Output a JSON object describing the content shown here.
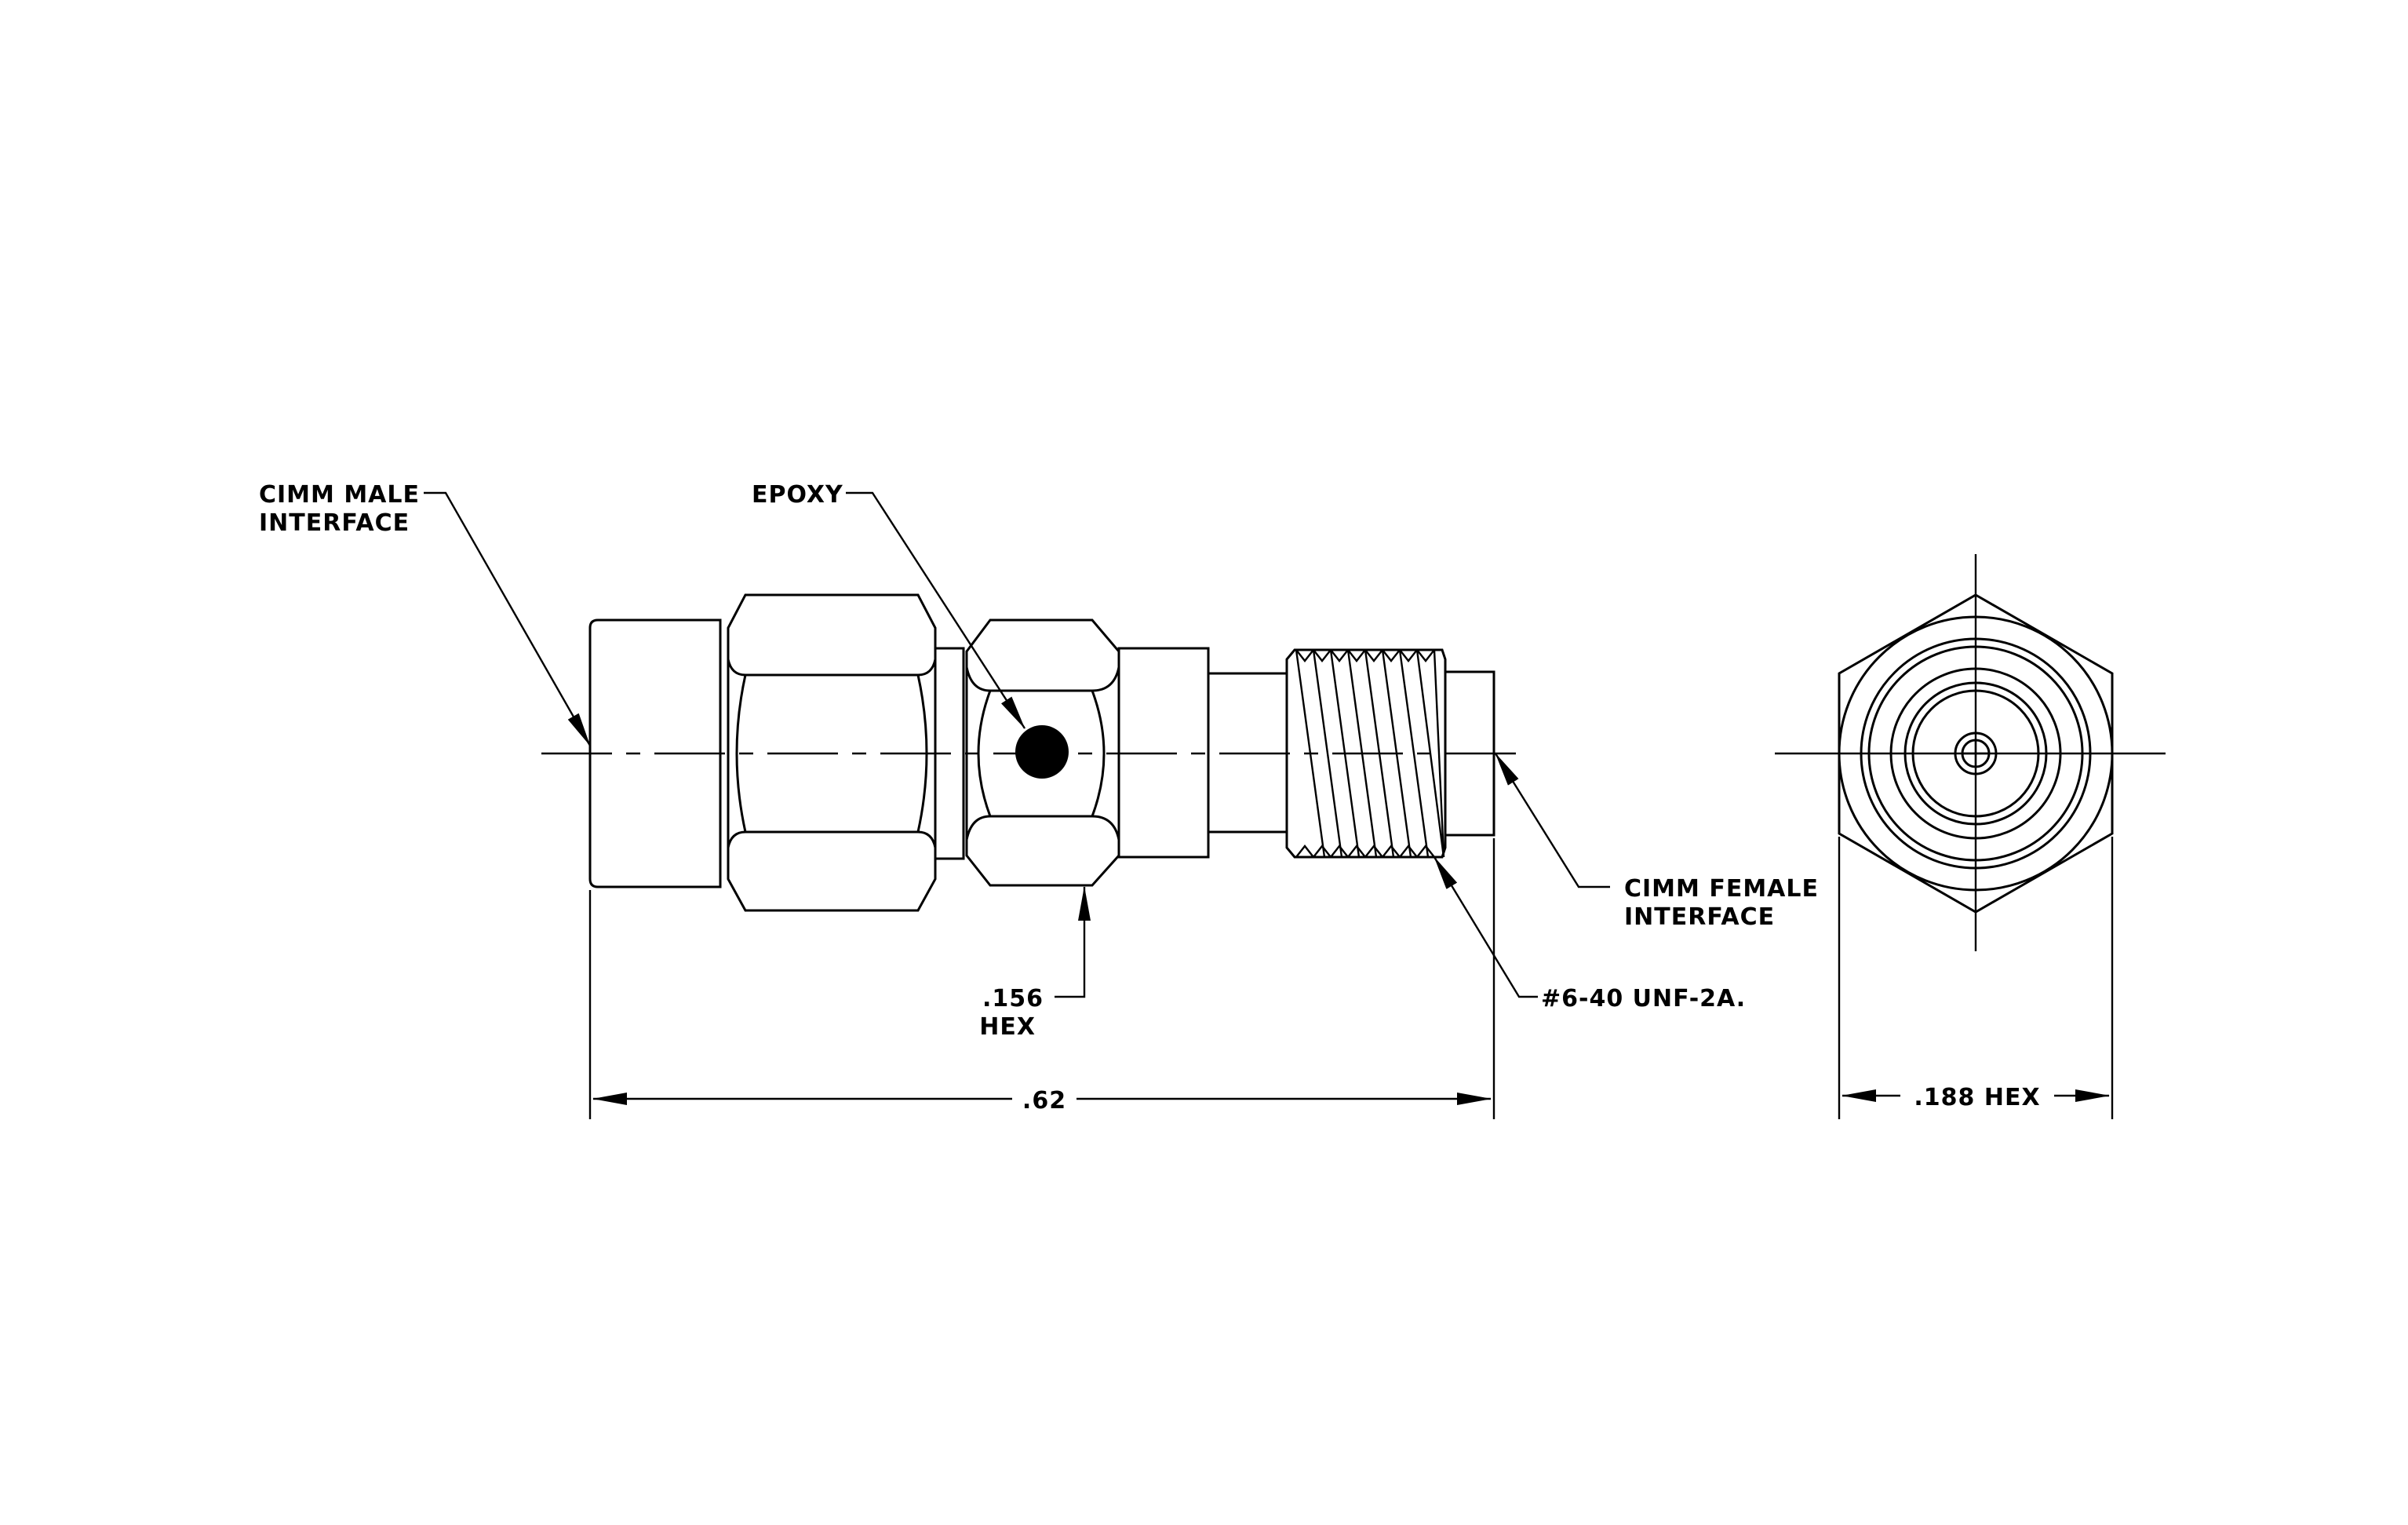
{
  "labels": {
    "cimm_male_line1": "CIMM MALE",
    "cimm_male_line2": "INTERFACE",
    "epoxy": "EPOXY",
    "cimm_female_line1": "CIMM FEMALE",
    "cimm_female_line2": "INTERFACE",
    "thread": "#6-40 UNF-2A.",
    "hex_small_value": ".156",
    "hex_small_unit": "HEX",
    "overall_length": ".62",
    "hex_large": ".188 HEX"
  },
  "colors": {
    "line": "#000000",
    "background": "#ffffff",
    "epoxy_fill": "#000000"
  }
}
